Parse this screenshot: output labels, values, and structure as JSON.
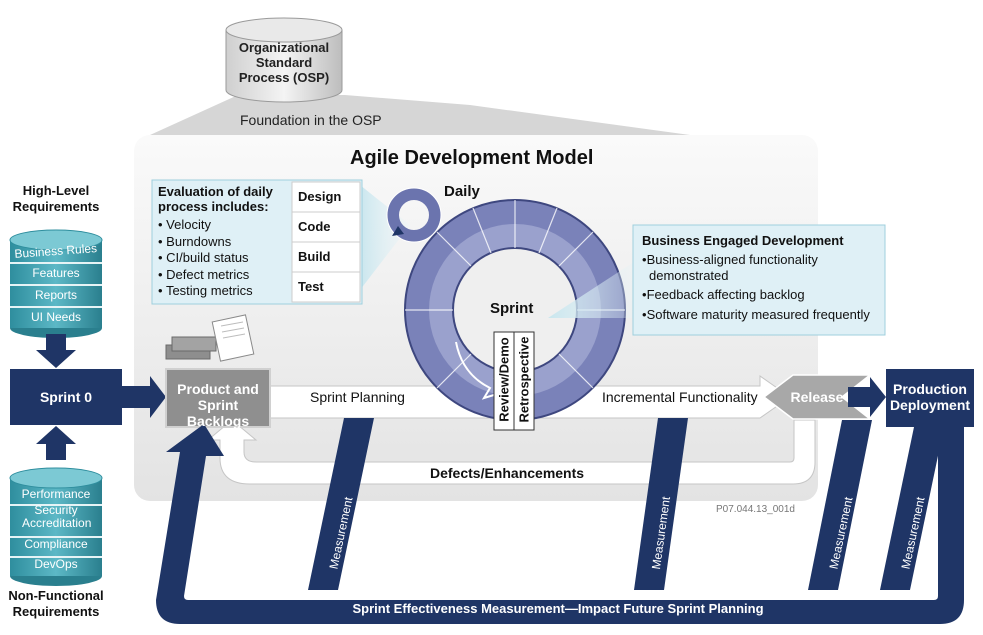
{
  "osp": {
    "cylinder_lines": [
      "Organizational",
      "Standard",
      "Process (OSP)"
    ],
    "foundation": "Foundation in the OSP"
  },
  "title": "Agile Development Model",
  "high_level": {
    "heading_lines": [
      "High-Level",
      "Requirements"
    ],
    "items": [
      "Business Rules",
      "Features",
      "Reports",
      "UI Needs"
    ]
  },
  "non_functional": {
    "heading_lines": [
      "Non-Functional",
      "Requirements"
    ],
    "items": [
      "Performance",
      "Security Accreditation",
      "Compliance",
      "DevOps"
    ]
  },
  "sprint0": "Sprint 0",
  "backlogs_lines": [
    "Product and",
    "Sprint Backlogs"
  ],
  "sprint_planning": "Sprint Planning",
  "incremental": "Incremental Functionality",
  "release": "Release",
  "production_lines": [
    "Production",
    "Deployment"
  ],
  "defects": "Defects/Enhancements",
  "daily": "Daily",
  "sprint_label": "Sprint",
  "review_demo": "Review/Demo",
  "retrospective": "Retrospective",
  "evaluation": {
    "heading_lines": [
      "Evaluation of daily",
      "process includes:"
    ],
    "items": [
      "Velocity",
      "Burndowns",
      "CI/build status",
      "Defect metrics",
      "Testing metrics"
    ],
    "steps": [
      "Design",
      "Code",
      "Build",
      "Test"
    ]
  },
  "business_engaged": {
    "heading": "Business Engaged Development",
    "items": [
      "Business-aligned functionality demonstrated",
      "Feedback affecting backlog",
      "Software maturity measured frequently"
    ]
  },
  "measurement": "Measurement",
  "effectiveness": "Sprint Effectiveness Measurement—Impact Future Sprint Planning",
  "figure_id": "P07.044.13_001d",
  "colors": {
    "navy": "#1f3566",
    "ring": "#6b74ae",
    "ring_light": "#8a92c6",
    "callout_bg": "#dff0f6",
    "panel": "#efefef",
    "gray_box": "#8f8f8f",
    "req_stack": "#3a9fae"
  }
}
